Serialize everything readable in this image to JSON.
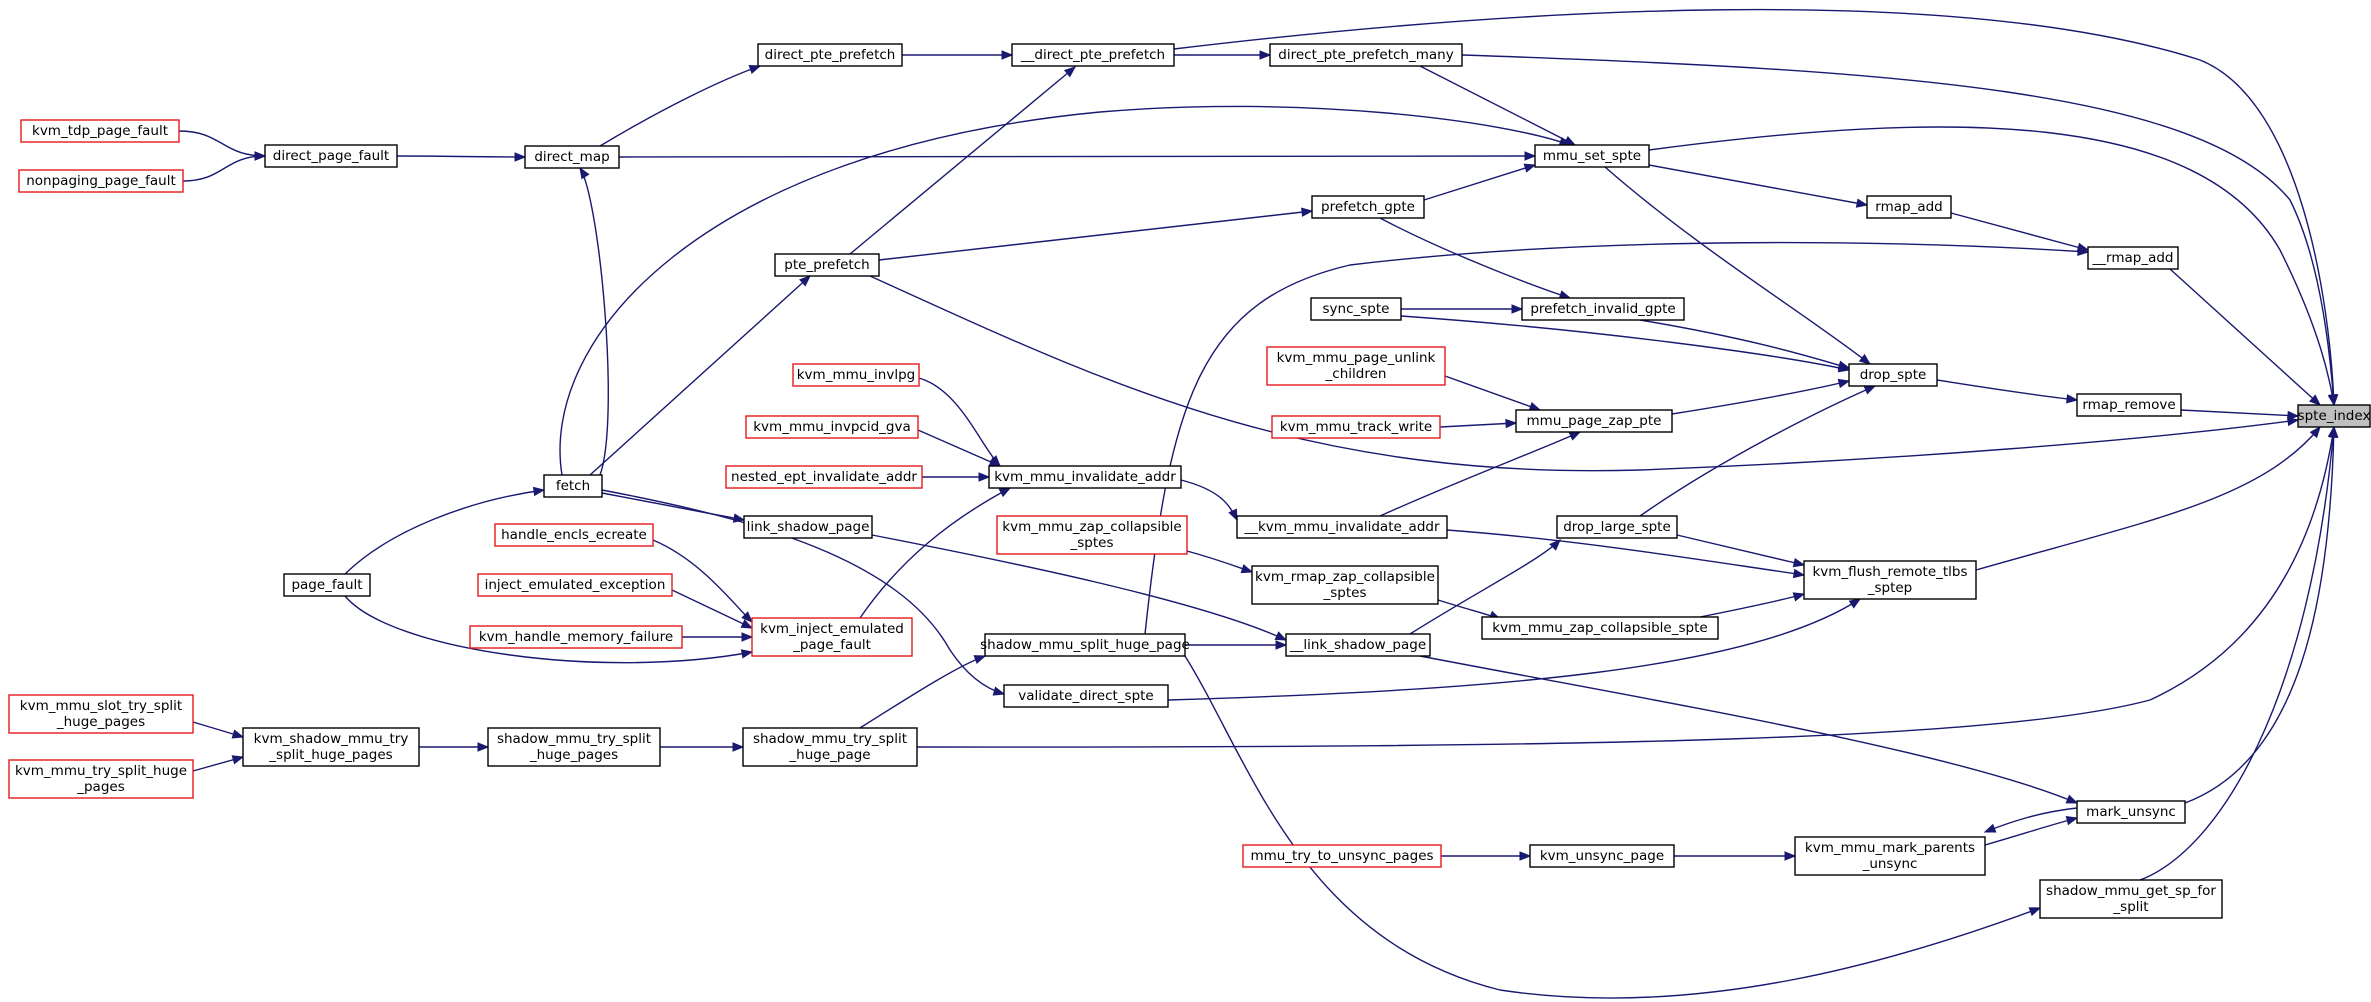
{
  "graph": {
    "nodes": {
      "spte_index": {
        "lines": [
          "spte_index"
        ],
        "kind": "focus"
      },
      "kvm_tdp_page_fault": {
        "lines": [
          "kvm_tdp_page_fault"
        ],
        "kind": "external"
      },
      "nonpaging_page_fault": {
        "lines": [
          "nonpaging_page_fault"
        ],
        "kind": "external"
      },
      "direct_page_fault": {
        "lines": [
          "direct_page_fault"
        ],
        "kind": "normal"
      },
      "direct_map": {
        "lines": [
          "direct_map"
        ],
        "kind": "normal"
      },
      "direct_pte_prefetch": {
        "lines": [
          "direct_pte_prefetch"
        ],
        "kind": "normal"
      },
      "__direct_pte_prefetch": {
        "lines": [
          "__direct_pte_prefetch"
        ],
        "kind": "normal"
      },
      "direct_pte_prefetch_many": {
        "lines": [
          "direct_pte_prefetch_many"
        ],
        "kind": "normal"
      },
      "mmu_set_spte": {
        "lines": [
          "mmu_set_spte"
        ],
        "kind": "normal"
      },
      "rmap_add": {
        "lines": [
          "rmap_add"
        ],
        "kind": "normal"
      },
      "__rmap_add": {
        "lines": [
          "__rmap_add"
        ],
        "kind": "normal"
      },
      "prefetch_gpte": {
        "lines": [
          "prefetch_gpte"
        ],
        "kind": "normal"
      },
      "pte_prefetch": {
        "lines": [
          "pte_prefetch"
        ],
        "kind": "normal"
      },
      "sync_spte": {
        "lines": [
          "sync_spte"
        ],
        "kind": "normal"
      },
      "prefetch_invalid_gpte": {
        "lines": [
          "prefetch_invalid_gpte"
        ],
        "kind": "normal"
      },
      "drop_spte": {
        "lines": [
          "drop_spte"
        ],
        "kind": "normal"
      },
      "rmap_remove": {
        "lines": [
          "rmap_remove"
        ],
        "kind": "normal"
      },
      "kvm_mmu_page_unlink_children": {
        "lines": [
          "kvm_mmu_page_unlink",
          "_children"
        ],
        "kind": "external"
      },
      "kvm_mmu_track_write": {
        "lines": [
          "kvm_mmu_track_write"
        ],
        "kind": "external"
      },
      "mmu_page_zap_pte": {
        "lines": [
          "mmu_page_zap_pte"
        ],
        "kind": "normal"
      },
      "kvm_mmu_invlpg": {
        "lines": [
          "kvm_mmu_invlpg"
        ],
        "kind": "external"
      },
      "kvm_mmu_invpcid_gva": {
        "lines": [
          "kvm_mmu_invpcid_gva"
        ],
        "kind": "external"
      },
      "nested_ept_invalidate_addr": {
        "lines": [
          "nested_ept_invalidate_addr"
        ],
        "kind": "external"
      },
      "kvm_mmu_invalidate_addr": {
        "lines": [
          "kvm_mmu_invalidate_addr"
        ],
        "kind": "normal"
      },
      "fetch": {
        "lines": [
          "fetch"
        ],
        "kind": "normal"
      },
      "link_shadow_page": {
        "lines": [
          "link_shadow_page"
        ],
        "kind": "normal"
      },
      "__kvm_mmu_invalidate_addr": {
        "lines": [
          "__kvm_mmu_invalidate_addr"
        ],
        "kind": "normal"
      },
      "drop_large_spte": {
        "lines": [
          "drop_large_spte"
        ],
        "kind": "normal"
      },
      "kvm_flush_remote_tlbs_sptep": {
        "lines": [
          "kvm_flush_remote_tlbs",
          "_sptep"
        ],
        "kind": "normal"
      },
      "handle_encls_ecreate": {
        "lines": [
          "handle_encls_ecreate"
        ],
        "kind": "external"
      },
      "inject_emulated_exception": {
        "lines": [
          "inject_emulated_exception"
        ],
        "kind": "external"
      },
      "kvm_handle_memory_failure": {
        "lines": [
          "kvm_handle_memory_failure"
        ],
        "kind": "external"
      },
      "kvm_inject_emulated_page_fault": {
        "lines": [
          "kvm_inject_emulated",
          "_page_fault"
        ],
        "kind": "external"
      },
      "page_fault": {
        "lines": [
          "page_fault"
        ],
        "kind": "normal"
      },
      "kvm_mmu_zap_collapsible_sptes": {
        "lines": [
          "kvm_mmu_zap_collapsible",
          "_sptes"
        ],
        "kind": "external"
      },
      "kvm_rmap_zap_collapsible_sptes": {
        "lines": [
          "kvm_rmap_zap_collapsible",
          "_sptes"
        ],
        "kind": "normal"
      },
      "kvm_mmu_zap_collapsible_spte": {
        "lines": [
          "kvm_mmu_zap_collapsible_spte"
        ],
        "kind": "normal"
      },
      "shadow_mmu_split_huge_page": {
        "lines": [
          "shadow_mmu_split_huge_page"
        ],
        "kind": "normal"
      },
      "__link_shadow_page": {
        "lines": [
          "__link_shadow_page"
        ],
        "kind": "normal"
      },
      "validate_direct_spte": {
        "lines": [
          "validate_direct_spte"
        ],
        "kind": "normal"
      },
      "kvm_mmu_slot_try_split_huge_pages": {
        "lines": [
          "kvm_mmu_slot_try_split",
          "_huge_pages"
        ],
        "kind": "external"
      },
      "kvm_mmu_try_split_huge_pages": {
        "lines": [
          "kvm_mmu_try_split_huge",
          "_pages"
        ],
        "kind": "external"
      },
      "kvm_shadow_mmu_try_split_huge_pages": {
        "lines": [
          "kvm_shadow_mmu_try",
          "_split_huge_pages"
        ],
        "kind": "normal"
      },
      "shadow_mmu_try_split_huge_pages": {
        "lines": [
          "shadow_mmu_try_split",
          "_huge_pages"
        ],
        "kind": "normal"
      },
      "shadow_mmu_try_split_huge_page": {
        "lines": [
          "shadow_mmu_try_split",
          "_huge_page"
        ],
        "kind": "normal"
      },
      "mark_unsync": {
        "lines": [
          "mark_unsync"
        ],
        "kind": "normal"
      },
      "mmu_try_to_unsync_pages": {
        "lines": [
          "mmu_try_to_unsync_pages"
        ],
        "kind": "external"
      },
      "kvm_unsync_page": {
        "lines": [
          "kvm_unsync_page"
        ],
        "kind": "normal"
      },
      "kvm_mmu_mark_parents_unsync": {
        "lines": [
          "kvm_mmu_mark_parents",
          "_unsync"
        ],
        "kind": "normal"
      },
      "shadow_mmu_get_sp_for_split": {
        "lines": [
          "shadow_mmu_get_sp_for",
          "_split"
        ],
        "kind": "normal"
      }
    },
    "edges": [
      [
        "kvm_tdp_page_fault",
        "direct_page_fault"
      ],
      [
        "nonpaging_page_fault",
        "direct_page_fault"
      ],
      [
        "direct_page_fault",
        "direct_map"
      ],
      [
        "direct_map",
        "direct_pte_prefetch"
      ],
      [
        "direct_map",
        "mmu_set_spte"
      ],
      [
        "direct_pte_prefetch",
        "__direct_pte_prefetch"
      ],
      [
        "__direct_pte_prefetch",
        "direct_pte_prefetch_many"
      ],
      [
        "__direct_pte_prefetch",
        "spte_index"
      ],
      [
        "direct_pte_prefetch_many",
        "mmu_set_spte"
      ],
      [
        "direct_pte_prefetch_many",
        "spte_index"
      ],
      [
        "mmu_set_spte",
        "rmap_add"
      ],
      [
        "mmu_set_spte",
        "drop_spte"
      ],
      [
        "mmu_set_spte",
        "spte_index"
      ],
      [
        "rmap_add",
        "__rmap_add"
      ],
      [
        "__rmap_add",
        "spte_index"
      ],
      [
        "prefetch_gpte",
        "mmu_set_spte"
      ],
      [
        "prefetch_gpte",
        "prefetch_invalid_gpte"
      ],
      [
        "pte_prefetch",
        "prefetch_gpte"
      ],
      [
        "pte_prefetch",
        "__direct_pte_prefetch"
      ],
      [
        "pte_prefetch",
        "spte_index"
      ],
      [
        "sync_spte",
        "prefetch_invalid_gpte"
      ],
      [
        "sync_spte",
        "drop_spte"
      ],
      [
        "prefetch_invalid_gpte",
        "drop_spte"
      ],
      [
        "drop_spte",
        "rmap_remove"
      ],
      [
        "rmap_remove",
        "spte_index"
      ],
      [
        "kvm_mmu_page_unlink_children",
        "mmu_page_zap_pte"
      ],
      [
        "kvm_mmu_track_write",
        "mmu_page_zap_pte"
      ],
      [
        "mmu_page_zap_pte",
        "drop_spte"
      ],
      [
        "kvm_mmu_invlpg",
        "kvm_mmu_invalidate_addr"
      ],
      [
        "kvm_mmu_invpcid_gva",
        "kvm_mmu_invalidate_addr"
      ],
      [
        "nested_ept_invalidate_addr",
        "kvm_mmu_invalidate_addr"
      ],
      [
        "kvm_mmu_invalidate_addr",
        "__kvm_mmu_invalidate_addr"
      ],
      [
        "__kvm_mmu_invalidate_addr",
        "mmu_page_zap_pte"
      ],
      [
        "fetch",
        "direct_map"
      ],
      [
        "fetch",
        "mmu_set_spte"
      ],
      [
        "fetch",
        "pte_prefetch"
      ],
      [
        "fetch",
        "link_shadow_page"
      ],
      [
        "fetch",
        "validate_direct_spte"
      ],
      [
        "link_shadow_page",
        "__link_shadow_page"
      ],
      [
        "drop_large_spte",
        "drop_spte"
      ],
      [
        "drop_large_spte",
        "kvm_flush_remote_tlbs_sptep"
      ],
      [
        "__kvm_mmu_invalidate_addr",
        "kvm_flush_remote_tlbs_sptep"
      ],
      [
        "kvm_flush_remote_tlbs_sptep",
        "spte_index"
      ],
      [
        "handle_encls_ecreate",
        "kvm_inject_emulated_page_fault"
      ],
      [
        "inject_emulated_exception",
        "kvm_inject_emulated_page_fault"
      ],
      [
        "kvm_handle_memory_failure",
        "kvm_inject_emulated_page_fault"
      ],
      [
        "kvm_inject_emulated_page_fault",
        "kvm_mmu_invalidate_addr"
      ],
      [
        "page_fault",
        "fetch"
      ],
      [
        "page_fault",
        "kvm_inject_emulated_page_fault"
      ],
      [
        "kvm_mmu_zap_collapsible_sptes",
        "kvm_rmap_zap_collapsible_sptes"
      ],
      [
        "kvm_rmap_zap_collapsible_sptes",
        "kvm_mmu_zap_collapsible_spte"
      ],
      [
        "kvm_mmu_zap_collapsible_spte",
        "kvm_flush_remote_tlbs_sptep"
      ],
      [
        "shadow_mmu_split_huge_page",
        "__link_shadow_page"
      ],
      [
        "shadow_mmu_split_huge_page",
        "__rmap_add"
      ],
      [
        "shadow_mmu_split_huge_page",
        "shadow_mmu_get_sp_for_split"
      ],
      [
        "__link_shadow_page",
        "drop_large_spte"
      ],
      [
        "__link_shadow_page",
        "mark_unsync"
      ],
      [
        "validate_direct_spte",
        "kvm_flush_remote_tlbs_sptep"
      ],
      [
        "kvm_mmu_slot_try_split_huge_pages",
        "kvm_shadow_mmu_try_split_huge_pages"
      ],
      [
        "kvm_mmu_try_split_huge_pages",
        "kvm_shadow_mmu_try_split_huge_pages"
      ],
      [
        "kvm_shadow_mmu_try_split_huge_pages",
        "shadow_mmu_try_split_huge_pages"
      ],
      [
        "shadow_mmu_try_split_huge_pages",
        "shadow_mmu_try_split_huge_page"
      ],
      [
        "shadow_mmu_try_split_huge_page",
        "shadow_mmu_split_huge_page"
      ],
      [
        "shadow_mmu_try_split_huge_page",
        "spte_index"
      ],
      [
        "mmu_try_to_unsync_pages",
        "kvm_unsync_page"
      ],
      [
        "kvm_unsync_page",
        "kvm_mmu_mark_parents_unsync"
      ],
      [
        "kvm_mmu_mark_parents_unsync",
        "mark_unsync"
      ],
      [
        "mark_unsync",
        "kvm_mmu_mark_parents_unsync"
      ],
      [
        "mark_unsync",
        "spte_index"
      ],
      [
        "shadow_mmu_get_sp_for_split",
        "spte_index"
      ]
    ]
  }
}
